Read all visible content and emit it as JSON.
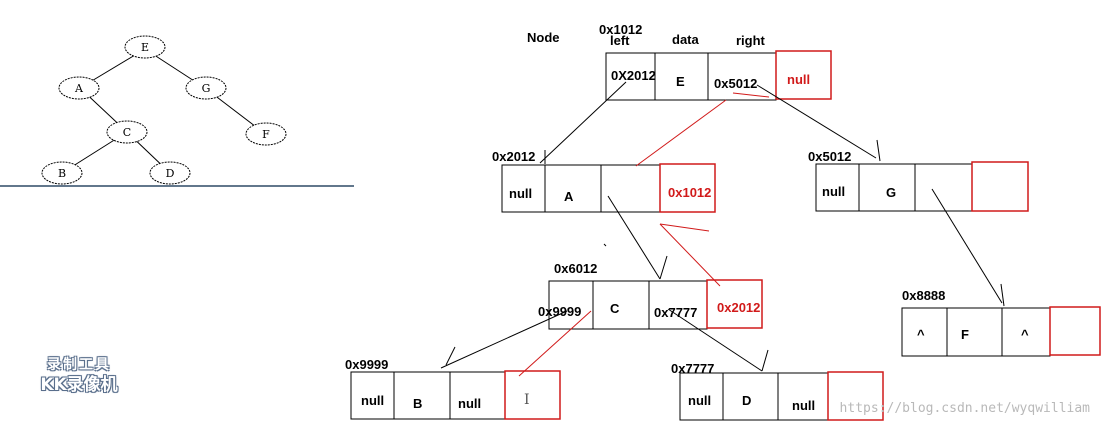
{
  "tree": {
    "nodes": [
      "E",
      "A",
      "G",
      "C",
      "F",
      "B",
      "D"
    ]
  },
  "header": {
    "node_label": "Node",
    "left_label": "left",
    "data_label": "data",
    "right_label": "right"
  },
  "nodes": {
    "e": {
      "addr": "0x1012",
      "left": "0X2012",
      "data": "E",
      "right": "0x5012",
      "parent": "null"
    },
    "a": {
      "addr": "0x2012",
      "left": "null",
      "data": "A",
      "right": "",
      "parent": "0x1012"
    },
    "g": {
      "addr": "0x5012",
      "left": "null",
      "data": "G",
      "right": "",
      "parent": ""
    },
    "c": {
      "addr": "0x6012",
      "left": "0x9999",
      "data": "C",
      "right": "0x7777",
      "parent": "0x2012"
    },
    "f": {
      "addr": "0x8888",
      "left": "^",
      "data": "F",
      "right": "^",
      "parent": ""
    },
    "b": {
      "addr": "0x9999",
      "left": "null",
      "data": "B",
      "right": "null",
      "parent": ""
    },
    "d": {
      "addr": "0x7777",
      "left": "null",
      "data": "D",
      "right": "null",
      "parent": ""
    }
  },
  "cursor_glyph": "I",
  "watermark": "https://blog.csdn.net/wyqwilliam",
  "logo": {
    "line1": "录制工具",
    "line2": "KK录像机"
  },
  "colors": {
    "parent_pointer": "#d11a1a",
    "divider": "#2e4a66"
  }
}
